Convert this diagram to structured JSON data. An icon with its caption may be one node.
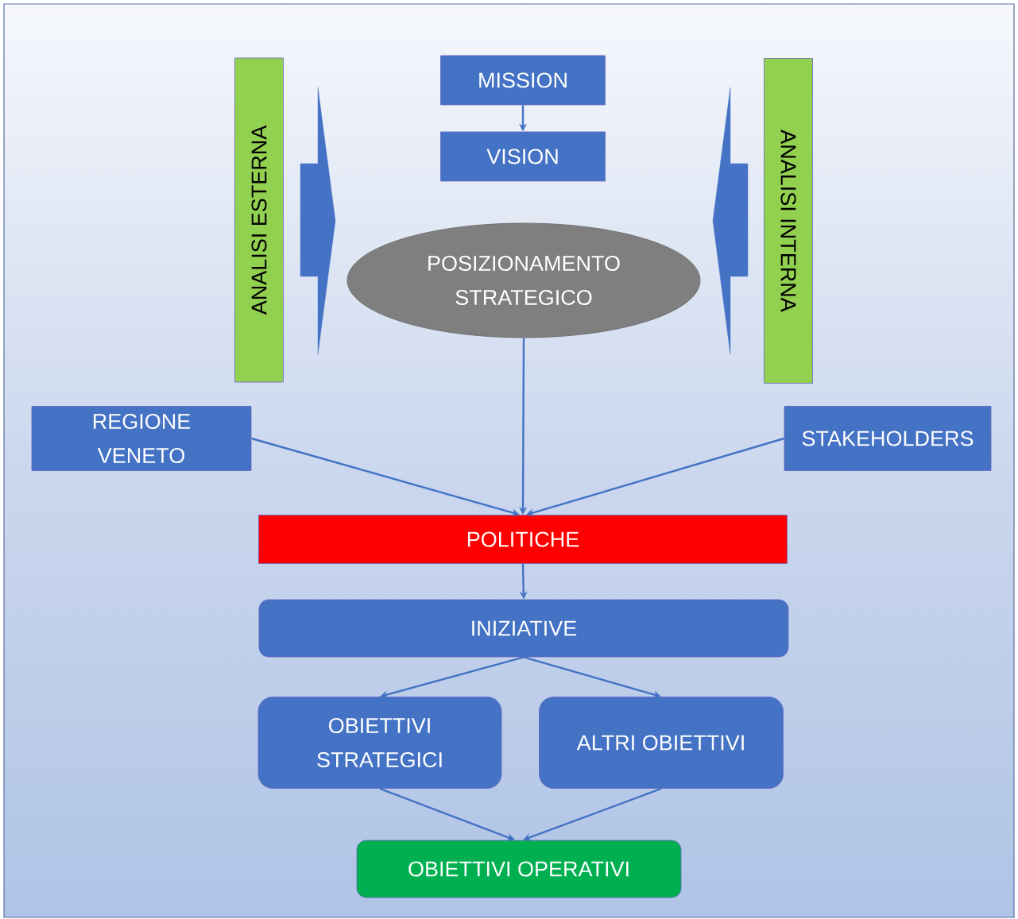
{
  "diagram": {
    "nodes": [
      {
        "text": [
          "ANALISI ESTERNA"
        ]
      },
      {
        "text": [
          "MISSION"
        ]
      },
      {
        "text": [
          "VISION"
        ]
      },
      {
        "text": [
          "ANALISI INTERNA"
        ]
      },
      {
        "text": [
          "POSIZIONAMENTO STRATEGICO"
        ]
      },
      {
        "text": [
          "REGIONE VENETO"
        ]
      },
      {
        "text": [
          "STAKEHOLDERS"
        ]
      },
      {
        "text": [
          "POLITICHE"
        ]
      },
      {
        "text": [
          "INIZIATIVE"
        ]
      },
      {
        "text": [
          "OBIETTIVI STRATEGICI"
        ]
      },
      {
        "text": [
          "ALTRI OBIETTIVI"
        ]
      },
      {
        "text": [
          "OBIETTIVI OPERATIVI"
        ]
      }
    ],
    "edges": [
      {
        "from": 0,
        "to": 4,
        "arrow": "to",
        "style": "thick"
      },
      {
        "from": 1,
        "to": 2,
        "arrow": "to"
      },
      {
        "from": 3,
        "to": 4,
        "arrow": "to",
        "style": "thick"
      },
      {
        "from": 4,
        "to": 7,
        "arrow": "to"
      },
      {
        "from": 5,
        "to": 7,
        "arrow": "to"
      },
      {
        "from": 6,
        "to": 7,
        "arrow": "to"
      },
      {
        "from": 7,
        "to": 8,
        "arrow": "to"
      },
      {
        "from": 8,
        "to": 9,
        "arrow": "to"
      },
      {
        "from": 8,
        "to": 10,
        "arrow": "to"
      },
      {
        "from": 9,
        "to": 11,
        "arrow": "to"
      },
      {
        "from": 10,
        "to": 11,
        "arrow": "to"
      }
    ]
  }
}
